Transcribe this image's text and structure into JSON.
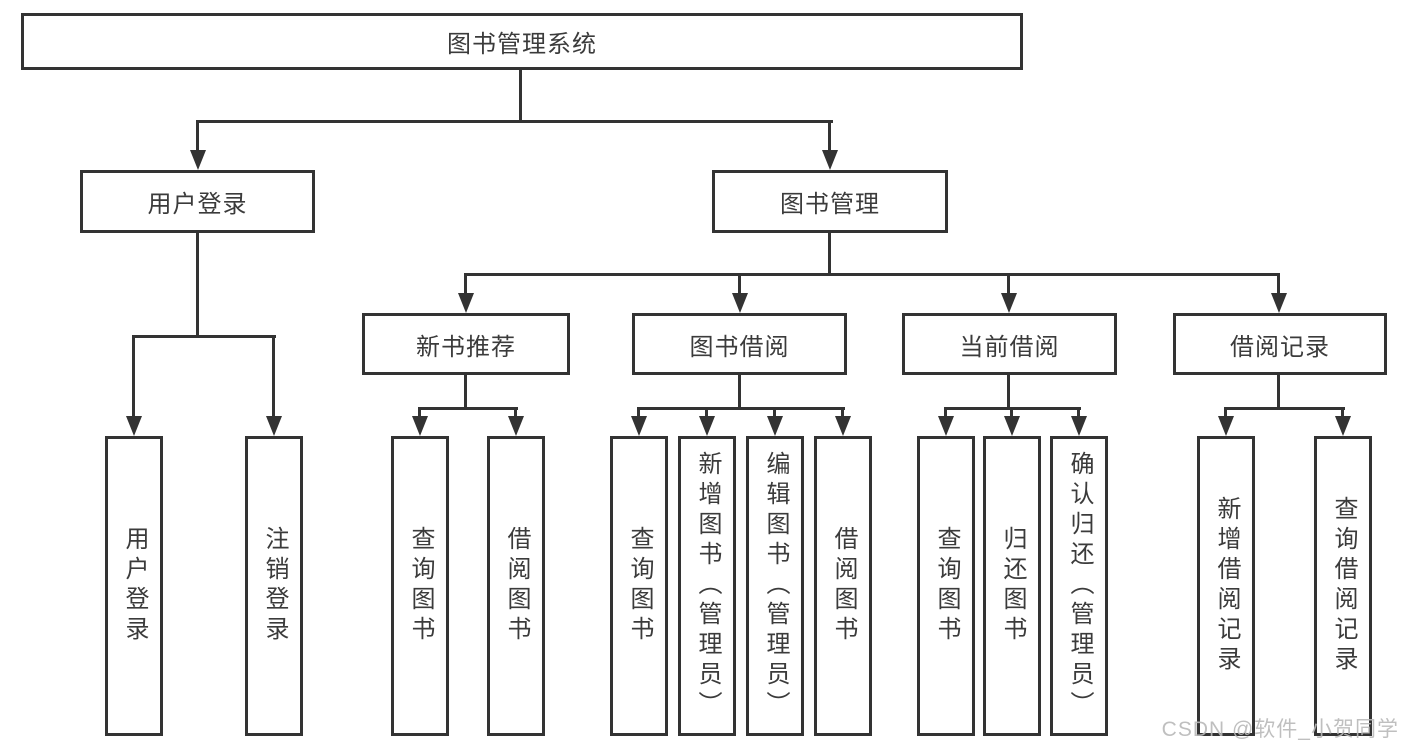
{
  "nodes": {
    "root": "图书管理系统",
    "user_login": "用户登录",
    "book_mgmt": "图书管理",
    "new_book": "新书推荐",
    "book_borrow": "图书借阅",
    "current_borrow": "当前借阅",
    "borrow_record": "借阅记录",
    "leaf_user_login": "用户登录",
    "leaf_logout": "注销登录",
    "leaf_nb_query": "查询图书",
    "leaf_nb_borrow": "借阅图书",
    "leaf_bb_query": "查询图书",
    "leaf_bb_add": "新增图书（管理员）",
    "leaf_bb_edit": "编辑图书（管理员）",
    "leaf_bb_borrow": "借阅图书",
    "leaf_cb_query": "查询图书",
    "leaf_cb_return": "归还图书",
    "leaf_cb_confirm": "确认归还（管理员）",
    "leaf_br_add": "新增借阅记录",
    "leaf_br_query": "查询借阅记录"
  },
  "watermark": "CSDN @软件_小贺同学",
  "colors": {
    "line": "#333333",
    "text": "#3b3b3b",
    "watermark": "#b9b9b9",
    "background": "#ffffff"
  }
}
